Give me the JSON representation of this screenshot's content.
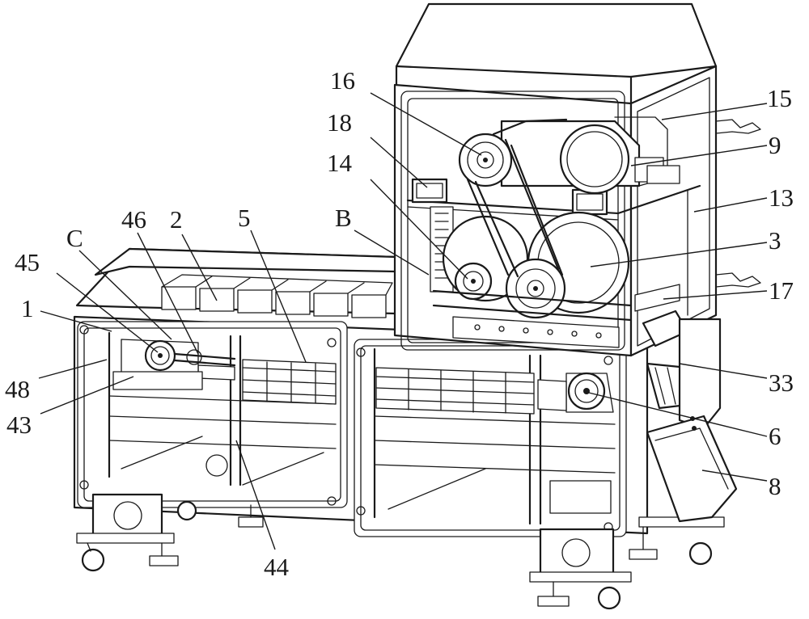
{
  "callouts": [
    {
      "id": "16",
      "text": "16"
    },
    {
      "id": "18",
      "text": "18"
    },
    {
      "id": "14",
      "text": "14"
    },
    {
      "id": "15",
      "text": "15"
    },
    {
      "id": "9",
      "text": "9"
    },
    {
      "id": "13",
      "text": "13"
    },
    {
      "id": "3",
      "text": "3"
    },
    {
      "id": "17",
      "text": "17"
    },
    {
      "id": "33",
      "text": "33"
    },
    {
      "id": "6",
      "text": "6"
    },
    {
      "id": "8",
      "text": "8"
    },
    {
      "id": "B",
      "text": "B"
    },
    {
      "id": "5",
      "text": "5"
    },
    {
      "id": "2",
      "text": "2"
    },
    {
      "id": "46",
      "text": "46"
    },
    {
      "id": "C",
      "text": "C"
    },
    {
      "id": "45",
      "text": "45"
    },
    {
      "id": "1",
      "text": "1"
    },
    {
      "id": "48",
      "text": "48"
    },
    {
      "id": "43",
      "text": "43"
    },
    {
      "id": "44",
      "text": "44"
    }
  ]
}
